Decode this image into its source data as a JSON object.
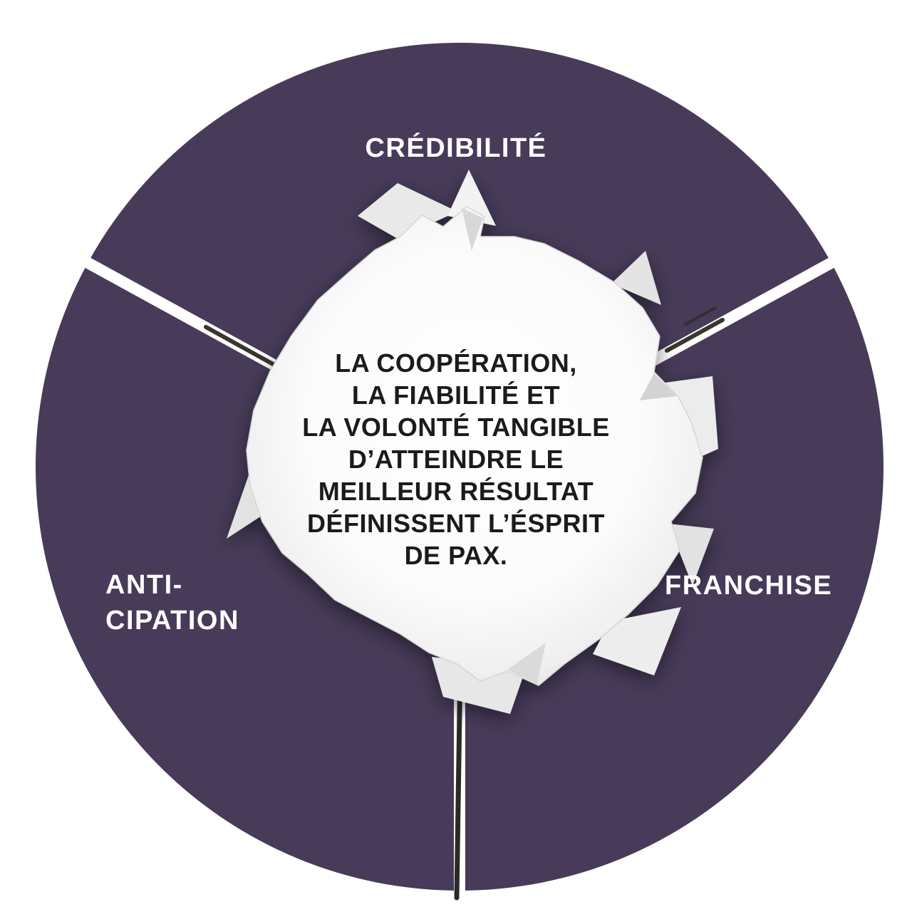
{
  "segments": {
    "top_label": "CRÉDIBILITÉ",
    "right_label": "FRANCHISE",
    "left_label_line1": "ANTI-",
    "left_label_line2": "CIPATION"
  },
  "center": {
    "lines": [
      "LA COOPÉRATION,",
      "LA FIABILITÉ ET",
      "LA VOLONTÉ TANGIBLE",
      "D’ATTEINDRE LE",
      "MEILLEUR RÉSULTAT",
      "DÉFINISSENT L’ÉSPRIT",
      "DE PAX."
    ]
  },
  "colors": {
    "circle": "#473B59",
    "label_text": "#FFFFFF",
    "center_text": "#1B1B1B",
    "paper": "#FFFFFF"
  }
}
